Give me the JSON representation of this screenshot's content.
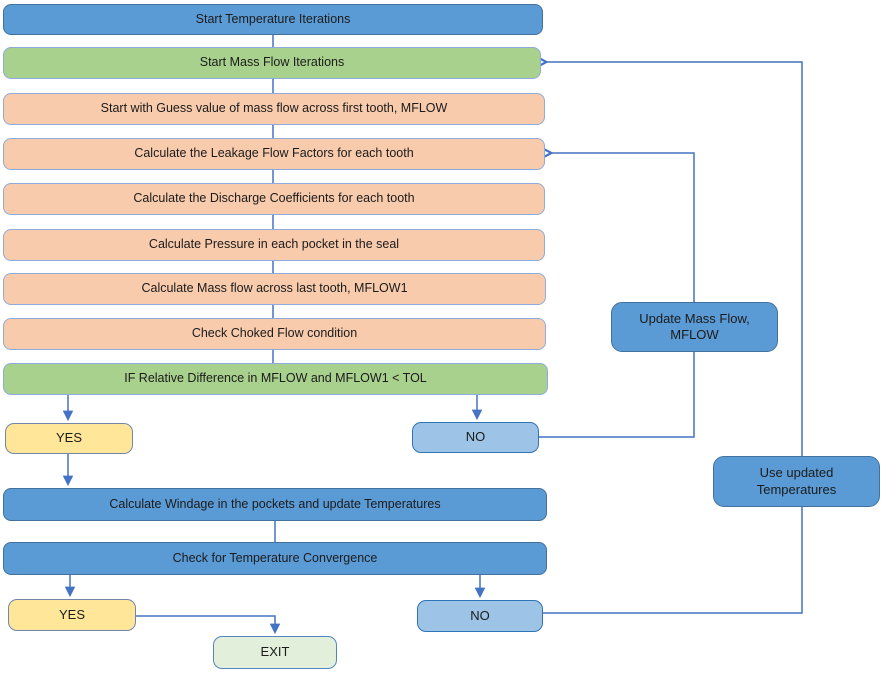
{
  "diagram_type": "flowchart",
  "colors": {
    "connector": "#4472c4",
    "process_blue_fill": "#5b9bd5",
    "process_blue_border": "#41719c",
    "green_fill": "#a9d18e",
    "peach_fill": "#f8cbad",
    "peach_green_border": "#8faadc",
    "yes_yellow_fill": "#ffe699",
    "no_lightblue_fill": "#9dc3e6",
    "no_lightblue_border": "#2e75b6",
    "exit_green_fill": "#e2efda",
    "text": "#1b1b1b",
    "background": "#ffffff"
  },
  "nodes": {
    "start_temperature_iterations": {
      "label": "Start Temperature Iterations"
    },
    "start_mass_flow_iterations": {
      "label": "Start Mass Flow Iterations"
    },
    "guess_mass_flow": {
      "label": "Start with Guess value of mass flow across first tooth, MFLOW"
    },
    "leakage_flow_factors": {
      "label": "Calculate the Leakage Flow Factors for each tooth"
    },
    "discharge_coefficients": {
      "label": "Calculate the Discharge Coefficients for each tooth"
    },
    "pocket_pressure": {
      "label": "Calculate Pressure in each pocket in the seal"
    },
    "mass_flow_last_tooth": {
      "label": "Calculate Mass flow across last tooth, MFLOW1"
    },
    "choked_flow": {
      "label": "Check Choked Flow condition"
    },
    "relative_difference": {
      "label": "IF Relative Difference in MFLOW and MFLOW1 < TOL"
    },
    "yes_mass_flow": {
      "label": "YES"
    },
    "no_mass_flow": {
      "label": "NO"
    },
    "update_mass_flow": {
      "line1": "Update Mass Flow,",
      "line2": "MFLOW"
    },
    "windage": {
      "label": "Calculate Windage in the pockets and update Temperatures"
    },
    "temperature_convergence": {
      "label": "Check for Temperature Convergence"
    },
    "yes_temperature": {
      "label": "YES"
    },
    "no_temperature": {
      "label": "NO"
    },
    "use_updated_temperatures": {
      "line1": "Use updated",
      "line2": "Temperatures"
    },
    "exit": {
      "label": "EXIT"
    }
  }
}
